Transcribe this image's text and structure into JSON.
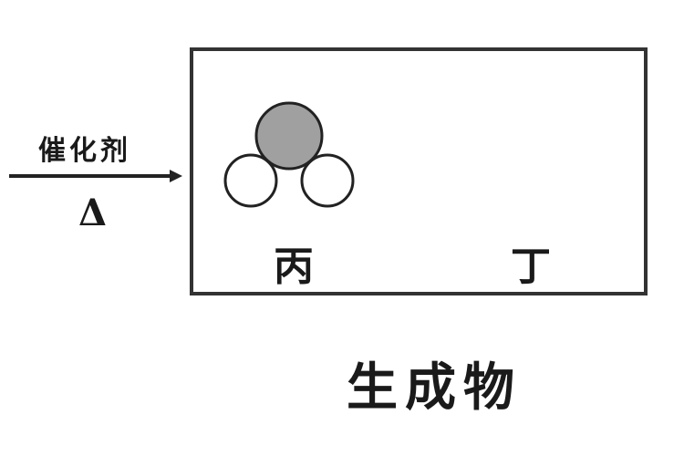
{
  "reaction": {
    "catalyst_label": "催化剂",
    "heat_label": "Δ"
  },
  "products": {
    "label_bing": "丙",
    "label_ding": "丁",
    "caption": "生成物"
  },
  "molecule_bing": {
    "central_atom_color": "#a0a0a0",
    "outer_atom_color": "#ffffff",
    "outline_color": "#222222"
  }
}
